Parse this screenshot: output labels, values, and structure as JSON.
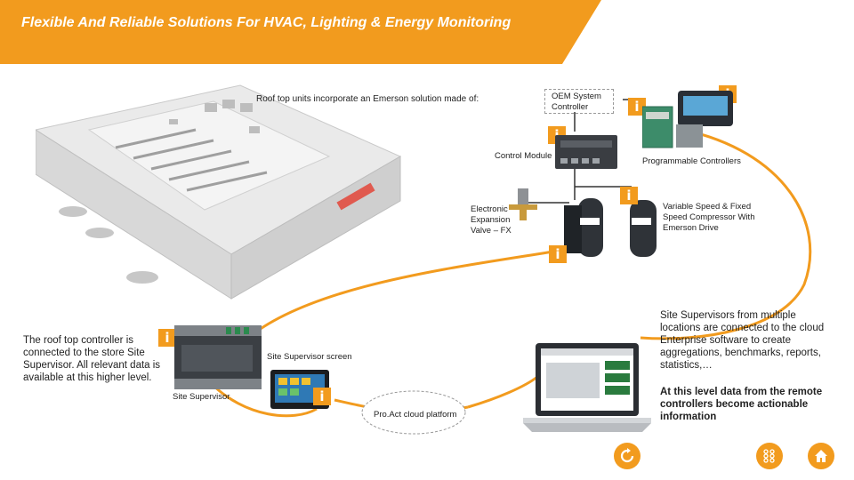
{
  "header": {
    "title": "Flexible And Reliable Solutions For HVAC, Lighting & Energy Monitoring"
  },
  "colors": {
    "accent": "#f29b1e",
    "text": "#222222",
    "banner_text": "#ffffff"
  },
  "labels": {
    "roof_top_intro": "Roof top units incorporate an Emerson solution made of:",
    "oem_controller": "OEM System Controller",
    "control_module": "Control Module",
    "programmable_controllers": "Programmable Controllers",
    "expansion_valve": "Electronic Expansion Valve – FX",
    "compressor": "Variable Speed & Fixed Speed Compressor With Emerson Drive",
    "roof_top_controller": "The roof top controller is connected to the store Site Supervisor. All relevant data is available at this higher level.",
    "site_supervisor": "Site Supervisor",
    "site_supervisor_screen": "Site Supervisor screen",
    "proact": "Pro.Act cloud platform",
    "multi_location": "Site Supervisors from multiple locations are connected to the cloud Enterprise software to create aggregations, benchmarks, reports, statistics,…",
    "actionable": "At this level data from the remote controllers become actionable information"
  },
  "info_badges": [
    "i",
    "i",
    "i",
    "i",
    "i",
    "i",
    "i"
  ],
  "icons": {
    "refresh": "refresh-icon",
    "grid": "grid-icon",
    "home": "home-icon"
  }
}
